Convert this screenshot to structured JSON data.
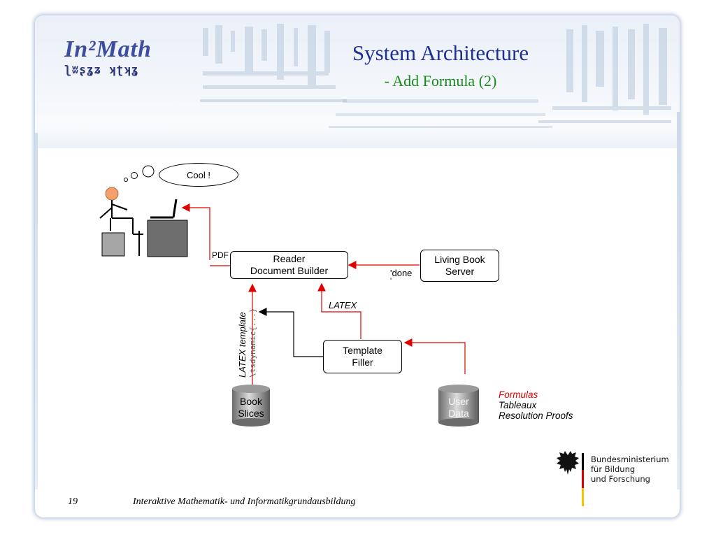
{
  "header": {
    "logo_text": "In²Math",
    "logo_sub": "ʅʬʂʓʑ ʞʈʞʓ",
    "title": "System Architecture",
    "subtitle": "- Add Formula (2)"
  },
  "diagram": {
    "bubble_text": "Cool !",
    "reader_line1": "Reader",
    "reader_line2": "Document Builder",
    "living_line1": "Living Book",
    "living_line2": "Server",
    "template_line1": "Template",
    "template_line2": "Filler",
    "book_line1": "Book",
    "book_line2": "Slices",
    "user_line1": "User",
    "user_line2": "Data",
    "pdf_label": "PDF",
    "done_label": "'done",
    "done_tick": "'",
    "latex_label": "LATEX",
    "latex_template_label": "LATEX template",
    "tsdynamic_label": "\\tsdynamic{...}"
  },
  "data_types": {
    "formulas": "Formulas",
    "tableaux": "Tableaux",
    "proofs": "Resolution Proofs"
  },
  "footer": {
    "page_number": "19",
    "text": "Interaktive Mathematik- und Informatikgrundausbildung"
  },
  "ministry": {
    "line1": "Bundesministerium",
    "line2": "für Bildung",
    "line3": "und Forschung"
  },
  "colors": {
    "title": "#1f2f96",
    "subtitle": "#1b8a1b",
    "arrow_red": "#e00000",
    "formulas_red": "#e00000"
  }
}
